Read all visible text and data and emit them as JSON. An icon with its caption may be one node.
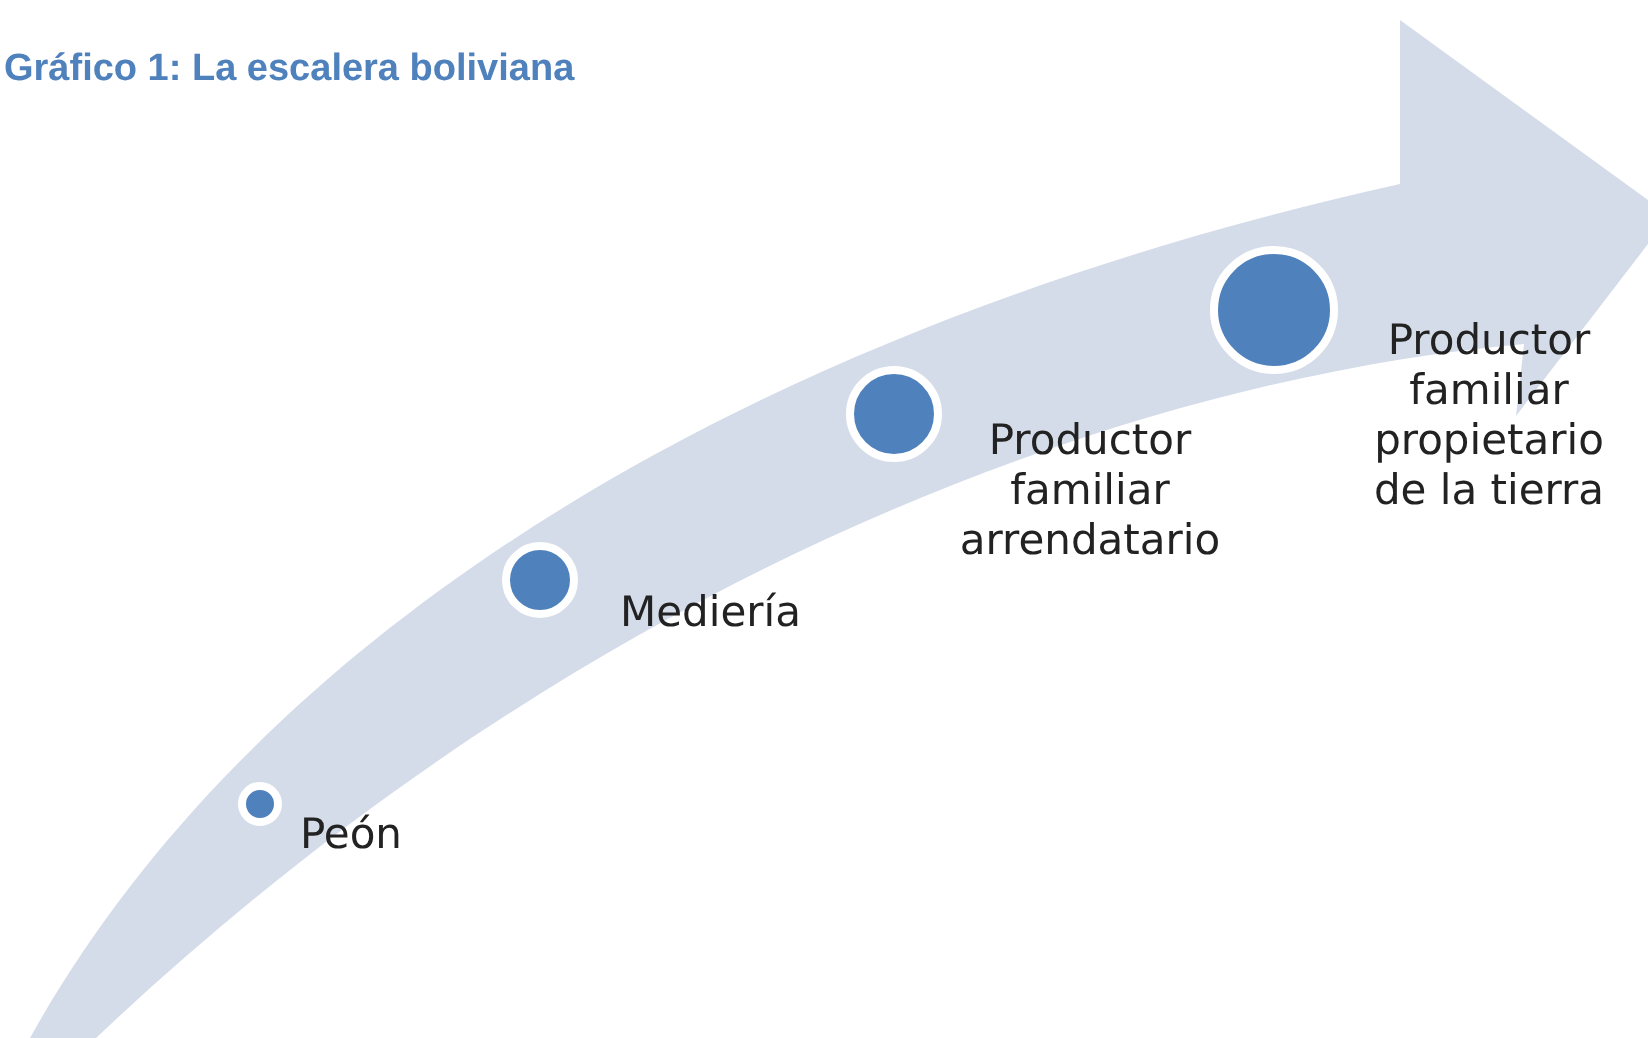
{
  "diagram": {
    "title": "Gráfico 1: La escalera boliviana",
    "nodes": [
      {
        "text": [],
        "shape": "circle",
        "beside": [
          "Peón"
        ]
      },
      {
        "text": [],
        "shape": "circle",
        "beside": [
          "Mediería"
        ]
      },
      {
        "text": [],
        "shape": "circle",
        "beside": [
          "Productor familiar arrendatario"
        ]
      },
      {
        "text": [],
        "shape": "circle",
        "beside": [
          "Productor familiar propietario de la tierra"
        ]
      }
    ]
  }
}
